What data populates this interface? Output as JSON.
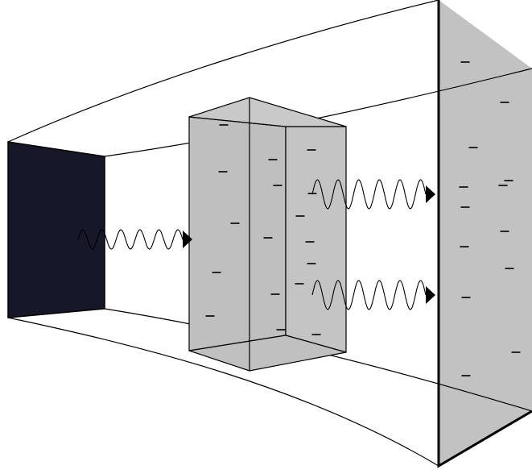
{
  "diagram": {
    "source_fill": "#17172a",
    "slab_fill": "#bfbfbf",
    "detector_fill": "#c2c2c2",
    "line_color": "#000000",
    "symbols": {
      "charge": "negative-charge",
      "wave": "wavy-arrow"
    },
    "counts": {
      "slab_charges": 17,
      "detector_charges": 13,
      "incident_waves": 1,
      "transmitted_waves": 2
    }
  }
}
